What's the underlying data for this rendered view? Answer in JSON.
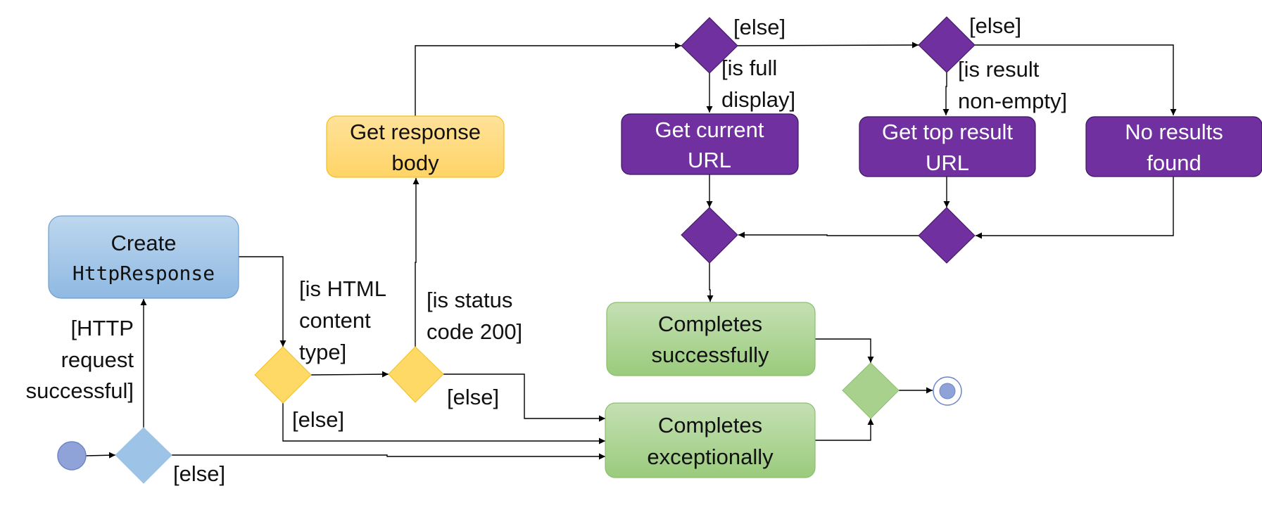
{
  "nodes": {
    "create_http_response": {
      "line1": "Create",
      "line2": "HttpResponse"
    },
    "get_response_body": {
      "line1": "Get response",
      "line2": "body"
    },
    "get_current_url": {
      "line1": "Get current",
      "line2": "URL"
    },
    "get_top_result_url": {
      "line1": "Get top result",
      "line2": "URL"
    },
    "no_results_found": {
      "line1": "No results",
      "line2": "found"
    },
    "completes_successfully": {
      "line1": "Completes",
      "line2": "successfully"
    },
    "completes_exceptionally": {
      "line1": "Completes",
      "line2": "exceptionally"
    }
  },
  "guards": {
    "http_request_successful": [
      "[HTTP",
      "request",
      "successful]"
    ],
    "start_else": "[else]",
    "is_html_content_type": [
      "[is HTML",
      "content",
      "type]"
    ],
    "html_else": "[else]",
    "is_status_code_200": [
      "[is status",
      "code 200]"
    ],
    "status_else": "[else]",
    "is_full_display": [
      "[is full",
      "display]"
    ],
    "full_display_else": "[else]",
    "is_result_non_empty": [
      "[is result",
      "non-empty]"
    ],
    "result_else": "[else]"
  },
  "colors": {
    "blue_fill": "#9DC3E6",
    "blue_fill_light": "#BDD7EE",
    "blue_stroke": "#6FA0D0",
    "orange_fill": "#FFD966",
    "orange_fill_light": "#FFE29A",
    "orange_stroke": "#F2C01E",
    "purple_fill": "#7030A0",
    "purple_stroke": "#3D1560",
    "green_fill": "#A9D18E",
    "green_fill_light": "#C5E0B4",
    "green_stroke": "#8CBF6D",
    "start_node": "#8FA3D9",
    "end_node": "#8FA3D9"
  }
}
